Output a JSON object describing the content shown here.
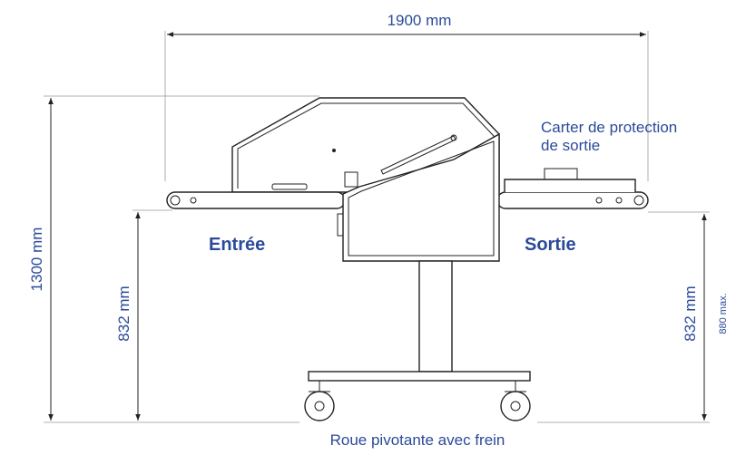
{
  "dimensions": {
    "width": "1900 mm",
    "height_total": "1300 mm",
    "height_infeed": "832 mm",
    "height_outfeed": "832 mm",
    "height_outfeed_max": "880 max."
  },
  "labels": {
    "entry": "Entrée",
    "exit": "Sortie",
    "guard_line1": "Carter de protection",
    "guard_line2": "de sortie",
    "caster": "Roue pivotante avec frein"
  },
  "colors": {
    "text": "#2b4a9a",
    "line": "#222222"
  }
}
